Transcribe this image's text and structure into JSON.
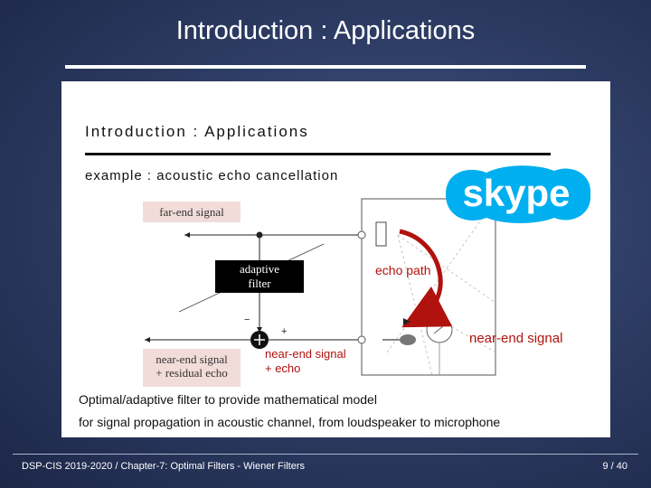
{
  "slide": {
    "title": "Introduction : Applications",
    "footer": "DSP-CIS 2019-2020  /  Chapter-7: Optimal Filters - Wiener Filters",
    "page": "9 / 40"
  },
  "figure": {
    "title": "Introduction : Applications",
    "example": "example : acoustic echo cancellation",
    "far_end": "far-end signal",
    "filter_line1": "adaptive",
    "filter_line2": "filter",
    "residual_line1": "near-end signal",
    "residual_line2": "+ residual echo",
    "minus": "−",
    "plus": "+",
    "echo_path": "echo path",
    "near_end_signal": "near-end signal",
    "near_end_echo_line1": "near-end signal",
    "near_end_echo_line2": "+ echo",
    "logo_text": "skype"
  },
  "caption": {
    "line1": "Optimal/adaptive filter to provide mathematical model",
    "line2": "for signal propagation in acoustic channel, from loudspeaker to microphone"
  },
  "colors": {
    "annotation_red": "#b0120e",
    "skype_blue": "#00aff0",
    "label_box_pink": "#f2dcd9"
  }
}
